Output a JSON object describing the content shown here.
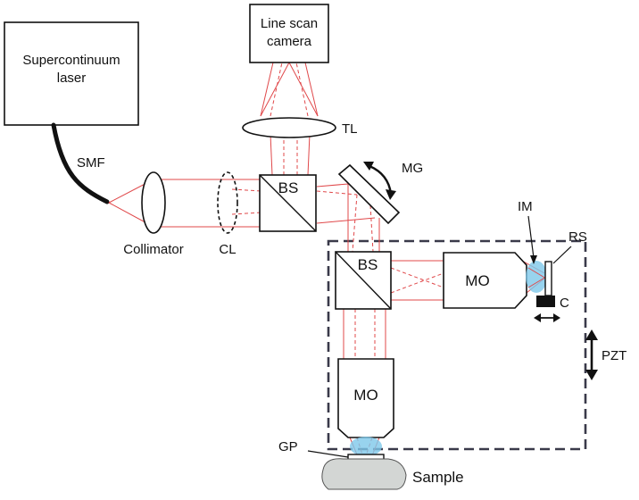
{
  "labels": {
    "laser_line1": "Supercontinuum",
    "laser_line2": "laser",
    "camera_line1": "Line scan",
    "camera_line2": "camera",
    "smf": "SMF",
    "collimator": "Collimator",
    "cl": "CL",
    "tl": "TL",
    "bs_top": "BS",
    "bs_bottom": "BS",
    "mg": "MG",
    "mo_right": "MO",
    "mo_bottom": "MO",
    "im": "IM",
    "rs": "RS",
    "c": "C",
    "pzt": "PZT",
    "gp": "GP",
    "sample": "Sample"
  },
  "colors": {
    "beam": "#e0484a",
    "immersion": "#7ec8ea",
    "sample": "#d3d6d4",
    "outline": "#111111"
  }
}
